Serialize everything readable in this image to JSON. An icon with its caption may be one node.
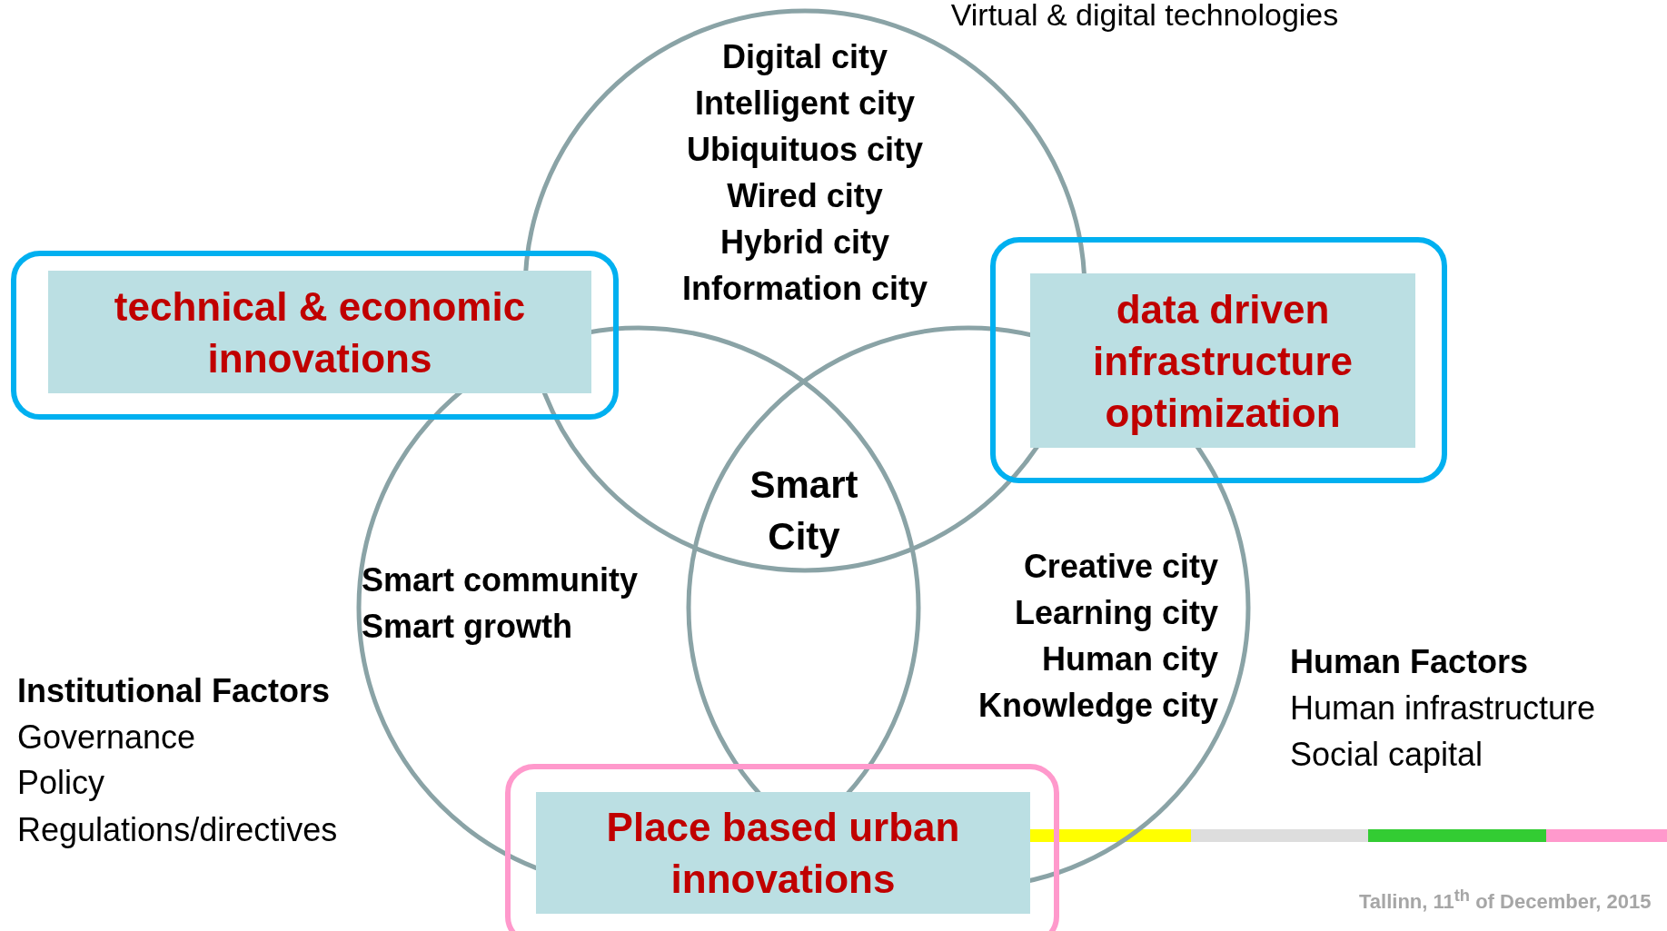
{
  "diagram": {
    "nodes": [
      {
        "text": [
          "Digital city",
          "Intelligent city",
          "Ubiquituos city",
          "Wired city",
          "Hybrid city",
          "Information city"
        ]
      },
      {
        "text": [
          "Smart community",
          "Smart growth"
        ]
      },
      {
        "text": [
          "Creative city",
          "Learning city",
          "Human city",
          "Knowledge city"
        ]
      },
      {
        "text": [],
        "shape": "box"
      },
      {
        "text": [
          "technical & economic innovations"
        ],
        "in": 3
      },
      {
        "text": [],
        "shape": "box"
      },
      {
        "text": [
          "data driven infrastructure optimization"
        ],
        "in": 5
      },
      {
        "text": [],
        "shape": "box"
      },
      {
        "text": [
          "Place based urban innovations"
        ],
        "in": 7
      }
    ],
    "labels": [
      "Virtual & digital technologies",
      "Smart City",
      "Institutional Factors",
      "Governance",
      "Policy",
      "Regulations/directives",
      "Human Factors",
      "Human infrastructure",
      "Social capital",
      "Tallinn, 11$^{th}$ of December, 2015"
    ]
  }
}
